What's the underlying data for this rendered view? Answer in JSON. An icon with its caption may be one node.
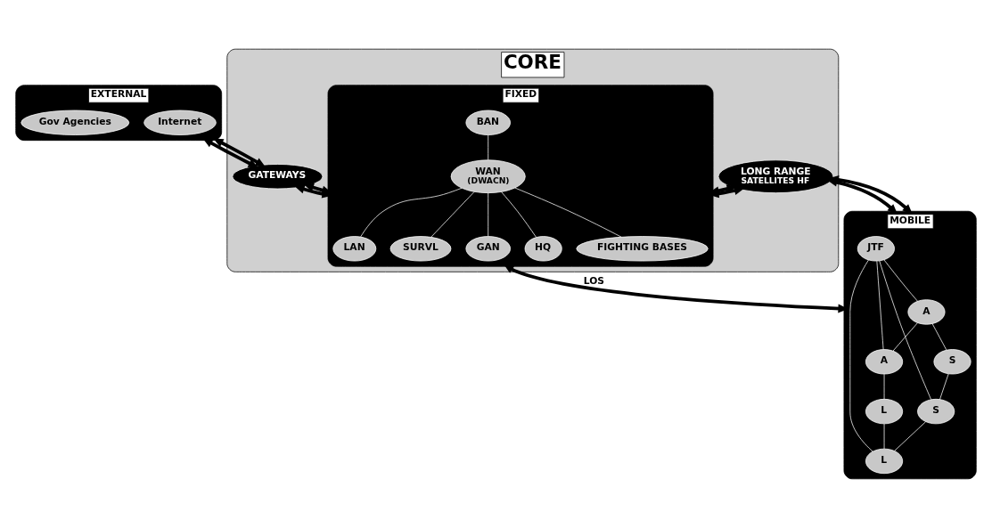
{
  "diagram": {
    "nodes": [
      {
        "text": [
          "EXTERNAL"
        ]
      },
      {
        "text": [
          "Internet"
        ],
        "in": 0
      },
      {
        "text": [
          "Gov Agencies"
        ],
        "in": 0
      },
      {
        "text": [
          "CORE"
        ]
      },
      {
        "text": [
          "GATEWAYS"
        ],
        "in": 3
      },
      {
        "text": [
          "LONG RANGE",
          "SATELLITES HF"
        ],
        "in": 3
      },
      {
        "text": [
          "FIXED"
        ],
        "in": 3
      },
      {
        "text": [
          "GAN"
        ],
        "in": 6
      },
      {
        "text": [
          "HQ"
        ],
        "in": 6
      },
      {
        "text": [
          "BAN"
        ],
        "in": 6
      },
      {
        "text": [
          "WAN",
          "(DWACN)"
        ],
        "in": 6
      },
      {
        "text": [
          "FIGHTING BASES"
        ],
        "in": 6
      },
      {
        "text": [
          "LAN"
        ],
        "in": 6
      },
      {
        "text": [
          "SURVL"
        ],
        "in": 6
      },
      {
        "text": [
          "MOBILE"
        ]
      },
      {
        "text": [
          "A"
        ],
        "in": 14
      },
      {
        "text": [
          "A"
        ],
        "in": 14
      },
      {
        "text": [
          "S"
        ],
        "in": 14
      },
      {
        "text": [
          "JTF"
        ],
        "in": 14
      },
      {
        "text": [
          "L"
        ],
        "in": 14
      },
      {
        "text": [
          "S"
        ],
        "in": 14
      },
      {
        "text": [
          "L"
        ],
        "in": 14
      }
    ],
    "edges": [
      {
        "from": 0,
        "to": 4,
        "arrow": "both",
        "style": "thick",
        "color": "#000000"
      },
      {
        "from": 0,
        "to": 4,
        "arrow": "both",
        "style": "thick",
        "color": "#000000"
      },
      {
        "from": 4,
        "to": 6,
        "arrow": "both",
        "style": "thick",
        "color": "#000000"
      },
      {
        "from": 4,
        "to": 6,
        "arrow": "both",
        "style": "thick",
        "color": "#000000"
      },
      {
        "from": 5,
        "to": 6,
        "arrow": "both",
        "style": "thick",
        "color": "#000000"
      },
      {
        "from": 5,
        "to": 6,
        "arrow": "both",
        "style": "thick",
        "color": "#000000"
      },
      {
        "from": 5,
        "to": 14,
        "arrow": "both",
        "style": "thick",
        "color": "#000000"
      },
      {
        "from": 5,
        "to": 14,
        "arrow": "both",
        "style": "thick",
        "color": "#000000"
      },
      {
        "from": 6,
        "to": 14,
        "arrow": "both",
        "label": "LOS",
        "style": "thick",
        "color": "#000000"
      },
      {
        "from": 10,
        "to": 7,
        "arrow": "none"
      },
      {
        "from": 10,
        "to": 8,
        "arrow": "none"
      },
      {
        "from": 9,
        "to": 10,
        "arrow": "none"
      },
      {
        "from": 10,
        "to": 11,
        "arrow": "none"
      },
      {
        "from": 10,
        "to": 12,
        "arrow": "none"
      },
      {
        "from": 10,
        "to": 13,
        "arrow": "none"
      },
      {
        "from": 15,
        "to": 16,
        "arrow": "none"
      },
      {
        "from": 18,
        "to": 15,
        "arrow": "none"
      },
      {
        "from": 18,
        "to": 16,
        "arrow": "none"
      },
      {
        "from": 15,
        "to": 17,
        "arrow": "none"
      },
      {
        "from": 16,
        "to": 19,
        "arrow": "none"
      },
      {
        "from": 17,
        "to": 20,
        "arrow": "none"
      },
      {
        "from": 20,
        "to": 21,
        "arrow": "none"
      },
      {
        "from": 19,
        "to": 21,
        "arrow": "none"
      },
      {
        "from": 18,
        "to": 20,
        "arrow": "none"
      },
      {
        "from": 18,
        "to": 21,
        "arrow": "none"
      }
    ]
  }
}
